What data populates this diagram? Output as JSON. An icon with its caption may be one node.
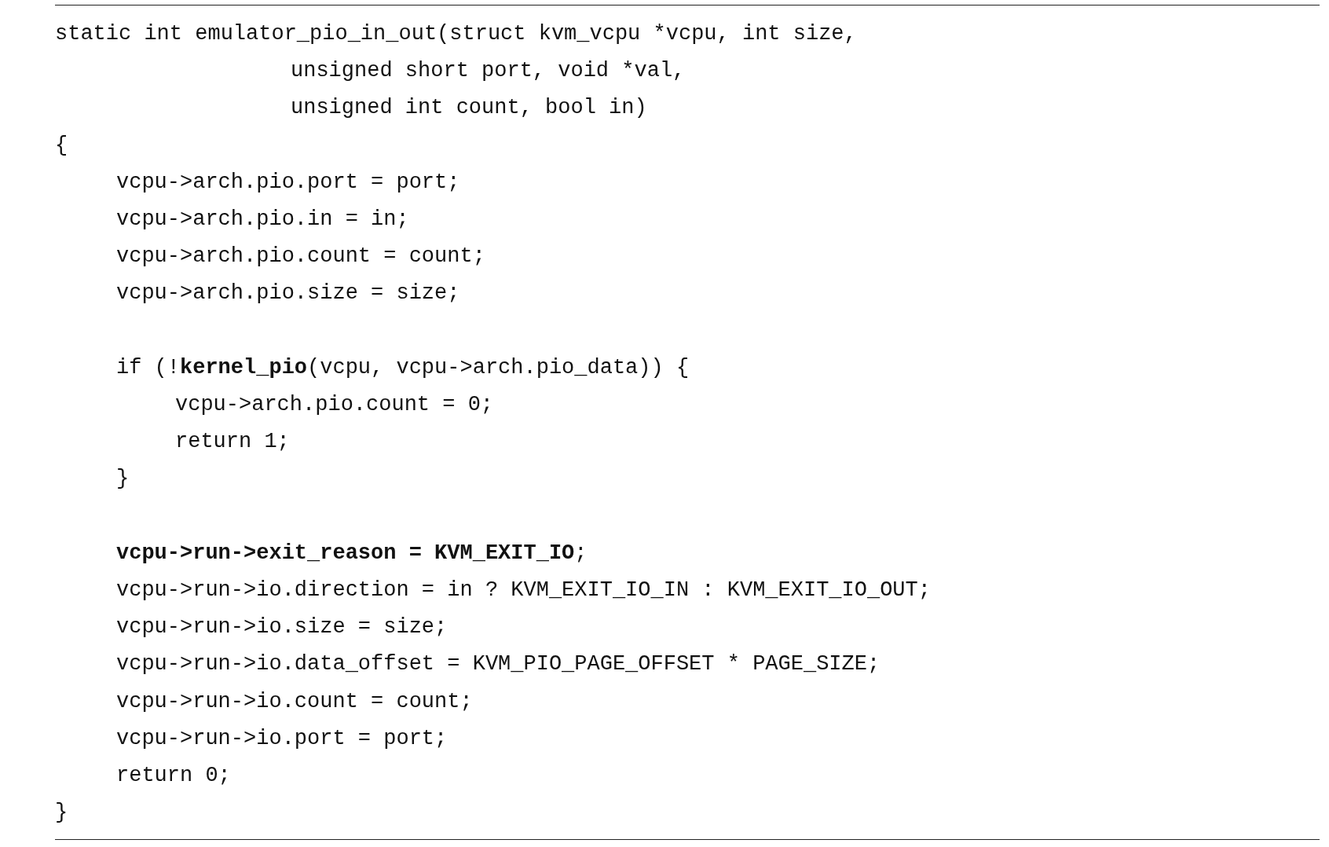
{
  "diagram": {
    "labels": [
      "static int emulator_pio_in_out(struct kvm_vcpu *vcpu, int size,",
      "unsigned short port, void *val,",
      "unsigned int count, bool in)",
      "{",
      "vcpu->arch.pio.port = port;",
      "vcpu->arch.pio.in = in;",
      "vcpu->arch.pio.count = count;",
      "vcpu->arch.pio.size = size;",
      "if (!**kernel_pio**(vcpu, vcpu->arch.pio_data)) {",
      "vcpu->arch.pio.count = 0;",
      "return 1;",
      "}",
      "**vcpu->run->exit_reason = KVM_EXIT_IO**;",
      "vcpu->run->io.direction = in ? KVM_EXIT_IO_IN : KVM_EXIT_IO_OUT;",
      "vcpu->run->io.size = size;",
      "vcpu->run->io.data_offset = KVM_PIO_PAGE_OFFSET * PAGE_SIZE;",
      "vcpu->run->io.count = count;",
      "vcpu->run->io.port = port;",
      "return 0;",
      "}"
    ]
  }
}
